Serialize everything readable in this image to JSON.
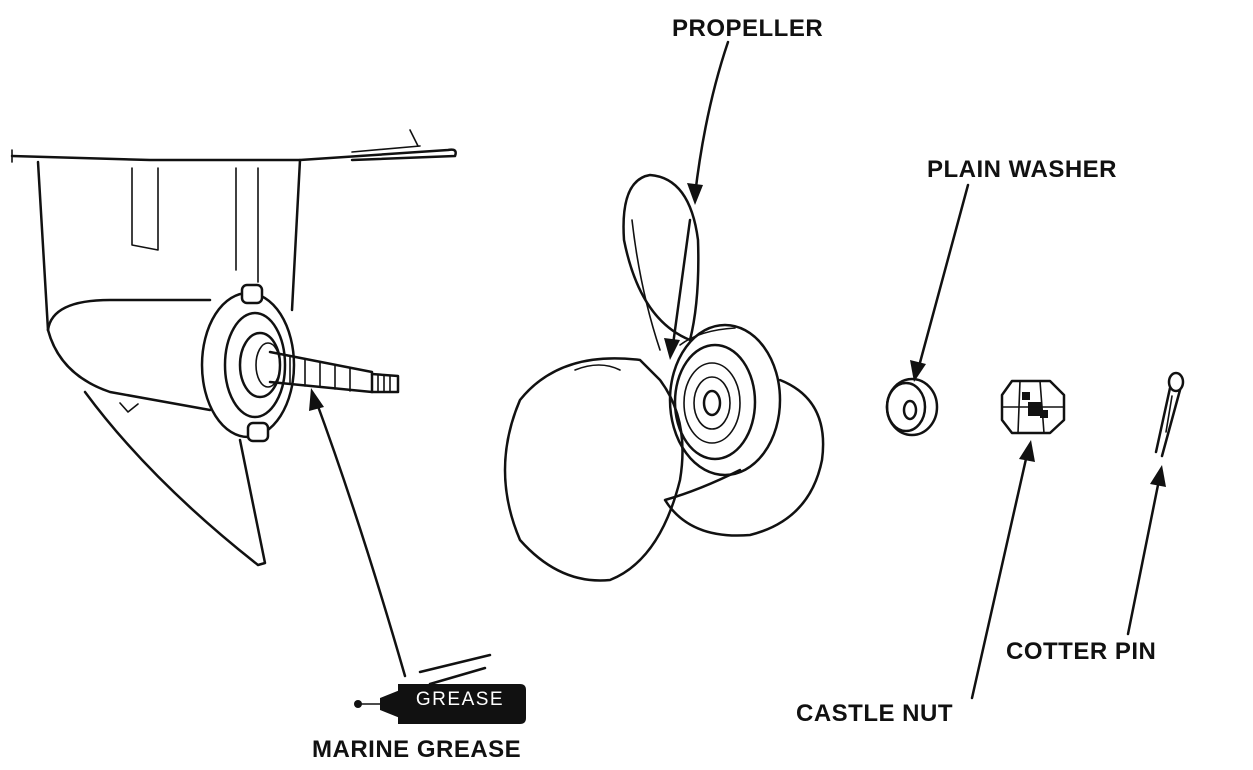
{
  "labels": {
    "propeller": "PROPELLER",
    "plain_washer": "PLAIN WASHER",
    "cotter_pin": "COTTER PIN",
    "castle_nut": "CASTLE NUT",
    "marine_grease": "MARINE GREASE",
    "grease_tube": "GREASE"
  }
}
